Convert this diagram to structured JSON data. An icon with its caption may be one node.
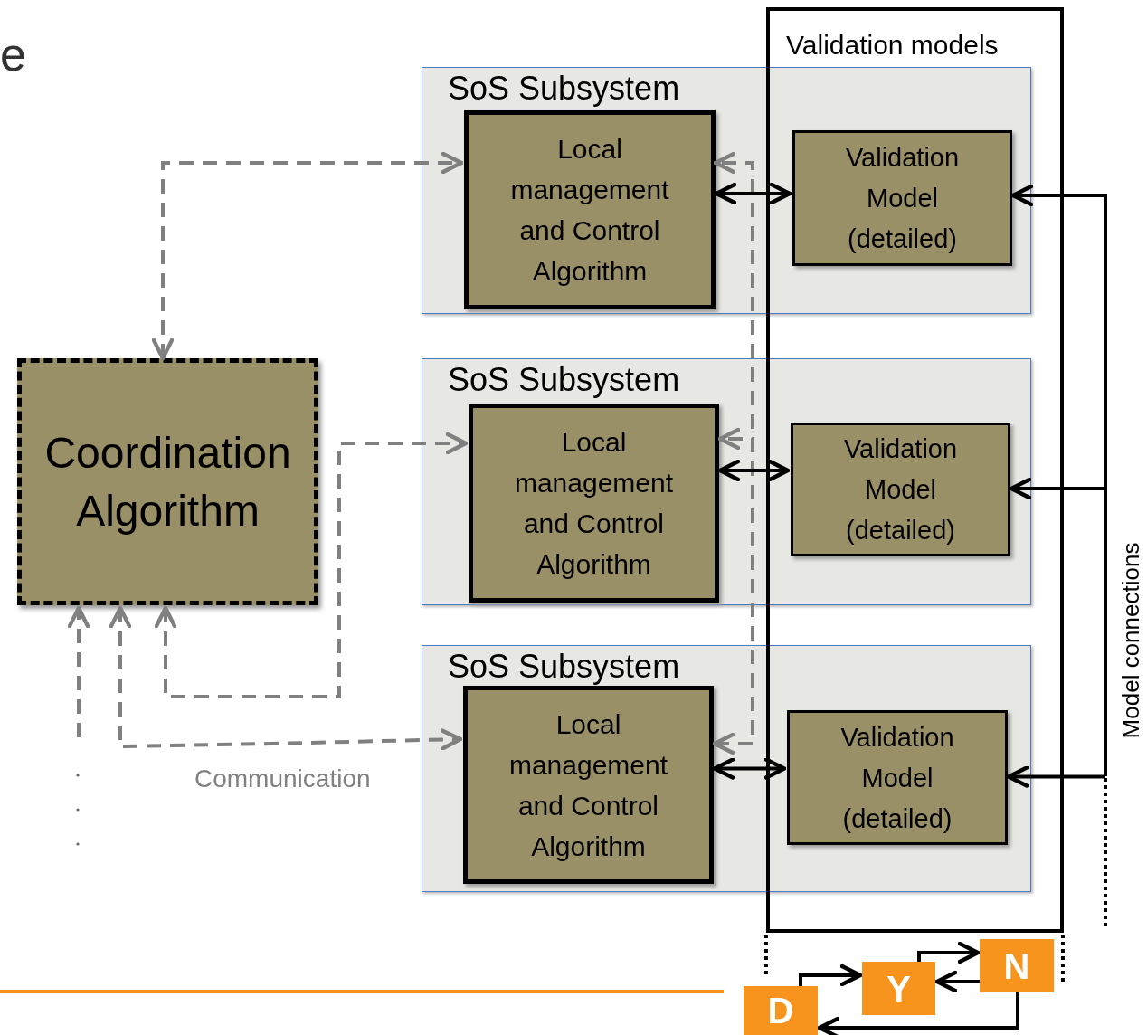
{
  "diagram": {
    "nodes": [
      {
        "text": [
          "SoS Subsystem"
        ]
      },
      {
        "text": [
          "Local management and Control Algorithm"
        ],
        "in": 0
      },
      {
        "text": [
          "Validation Model (detailed)"
        ],
        "in": 0
      },
      {
        "text": [
          "SoS Subsystem"
        ]
      },
      {
        "text": [
          "Local management and Control Algorithm"
        ],
        "in": 3
      },
      {
        "text": [
          "Validation Model (detailed)"
        ],
        "in": 3
      },
      {
        "text": [
          "SoS Subsystem"
        ]
      },
      {
        "text": [
          "Local management and Control Algorithm"
        ],
        "in": 6
      },
      {
        "text": [
          "Validation Model (detailed)"
        ],
        "in": 6
      },
      {
        "text": [
          "Coordination Algorithm"
        ]
      },
      {
        "text": [
          "D"
        ]
      },
      {
        "text": [
          "Y"
        ]
      },
      {
        "text": [
          "N"
        ]
      }
    ],
    "edges": [
      {
        "from": 9,
        "to": 1,
        "arrow": "both",
        "style": "dashed",
        "color": "#808080"
      },
      {
        "from": 9,
        "to": 4,
        "arrow": "both",
        "style": "dashed",
        "color": "#808080"
      },
      {
        "from": 9,
        "to": 7,
        "arrow": "both",
        "style": "dashed",
        "color": "#808080"
      },
      {
        "from": null,
        "to": 9,
        "arrow": "to",
        "style": "dashed",
        "color": "#808080"
      },
      {
        "from": 7,
        "to": 1,
        "arrow": "both",
        "style": "dashed",
        "color": "#808080"
      },
      {
        "from": 7,
        "to": 4,
        "arrow": "to",
        "style": "dashed",
        "color": "#808080"
      },
      {
        "from": 1,
        "to": 2,
        "arrow": "both"
      },
      {
        "from": 4,
        "to": 5,
        "arrow": "both"
      },
      {
        "from": 7,
        "to": 8,
        "arrow": "both"
      },
      {
        "from": null,
        "to": 2,
        "arrow": "to"
      },
      {
        "from": null,
        "to": 5,
        "arrow": "to"
      },
      {
        "from": null,
        "to": 8,
        "arrow": "to"
      },
      {
        "from": 10,
        "to": 11,
        "arrow": "to"
      },
      {
        "from": 11,
        "to": 12,
        "arrow": "to"
      },
      {
        "from": 12,
        "to": 11,
        "arrow": "to"
      },
      {
        "from": 12,
        "to": 10,
        "arrow": "to"
      }
    ],
    "labels": [
      "e",
      "Validation models",
      "Communication",
      "Model connections"
    ]
  }
}
